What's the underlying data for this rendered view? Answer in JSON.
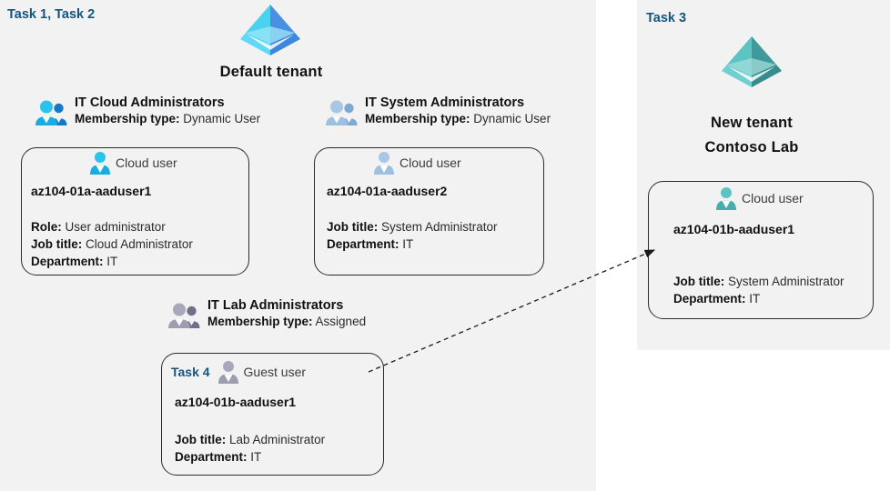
{
  "panels": {
    "left": {
      "task_label": "Task 1, Task 2"
    },
    "right": {
      "task_label": "Task 3"
    }
  },
  "tenants": [
    {
      "icon": "tenant-pyramid-icon",
      "caption": "Default tenant",
      "color": "#4ad2f0",
      "accent": "#4a90e2"
    },
    {
      "icon": "tenant-pyramid-icon",
      "caption_line1": "New  tenant",
      "caption_line2": "Contoso Lab",
      "color": "#5cc4c2",
      "accent": "#3f9a99"
    }
  ],
  "groups": [
    {
      "icon": "users-group-icon",
      "name": "IT Cloud Administrators",
      "membership_key": "Membership type:",
      "membership_value": "Dynamic User"
    },
    {
      "icon": "users-group-icon",
      "name": "IT System Administrators",
      "membership_key": "Membership type:",
      "membership_value": "Dynamic User"
    },
    {
      "icon": "users-group-icon",
      "name": "IT Lab Administrators",
      "membership_key": "Membership type:",
      "membership_value": "Assigned"
    }
  ],
  "cards": [
    {
      "task_tag": "",
      "icon": "cloud-user-icon",
      "user_type": "Cloud user",
      "username": "az104-01a-aaduser1",
      "attrs": [
        {
          "key": "Role:",
          "value": "User administrator"
        },
        {
          "key": "Job title:",
          "value": "Cloud Administrator"
        },
        {
          "key": "Department:",
          "value": "IT"
        }
      ]
    },
    {
      "task_tag": "",
      "icon": "cloud-user-icon",
      "user_type": "Cloud user",
      "username": "az104-01a-aaduser2",
      "attrs": [
        {
          "key": "Job title:",
          "value": "System Administrator"
        },
        {
          "key": "Department:",
          "value": "IT"
        }
      ]
    },
    {
      "task_tag": "Task 4",
      "icon": "guest-user-icon",
      "user_type": "Guest user",
      "username": "az104-01b-aaduser1",
      "attrs": [
        {
          "key": "Job title:",
          "value": "Lab Administrator"
        },
        {
          "key": "Department:",
          "value": "IT"
        }
      ]
    },
    {
      "task_tag": "",
      "icon": "cloud-user-icon",
      "user_type": "Cloud user",
      "username": "az104-01b-aaduser1",
      "attrs": [
        {
          "key": "Job title:",
          "value": "System Administrator"
        },
        {
          "key": "Department:",
          "value": "IT"
        }
      ]
    }
  ],
  "connector": {
    "name": "guest-user-invite-arrow",
    "style": "dashed",
    "color": "#1a1a1a"
  }
}
